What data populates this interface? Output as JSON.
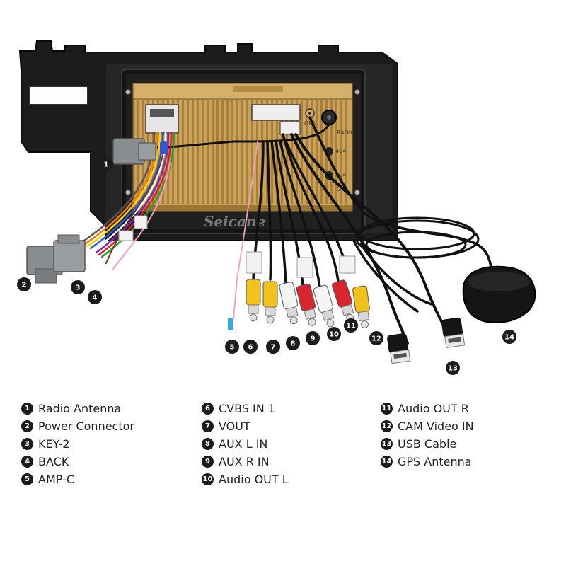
{
  "brand": {
    "watermark": "Seicane"
  },
  "unit_labels": {
    "radio": "RADIO",
    "gps_top": "GPS",
    "gps_side": "GPS",
    "side_a": "404",
    "side_b": "404"
  },
  "colors": {
    "chassis": "#1c1c1c",
    "heatsink": "#c9a25c",
    "fin": "#a97f3a",
    "yellow_rca": "#f1c21b",
    "white_rca": "#f4f4f4",
    "red_rca": "#d8262e",
    "grey_connector": "#8a8d90",
    "cable": "#111111",
    "badge": "#1b1b1b"
  },
  "connectors": [
    {
      "number": "1",
      "label": "Radio Antenna"
    },
    {
      "number": "2",
      "label": "Power Connector"
    },
    {
      "number": "3",
      "label": "KEY-2"
    },
    {
      "number": "4",
      "label": "BACK"
    },
    {
      "number": "5",
      "label": "AMP-C"
    },
    {
      "number": "6",
      "label": "CVBS IN 1"
    },
    {
      "number": "7",
      "label": "VOUT"
    },
    {
      "number": "8",
      "label": "AUX L IN"
    },
    {
      "number": "9",
      "label": "AUX R IN"
    },
    {
      "number": "10",
      "label": "Audio OUT L"
    },
    {
      "number": "11",
      "label": "Audio OUT R"
    },
    {
      "number": "12",
      "label": "CAM Video IN"
    },
    {
      "number": "13",
      "label": "USB Cable"
    },
    {
      "number": "14",
      "label": "GPS Antenna"
    }
  ]
}
